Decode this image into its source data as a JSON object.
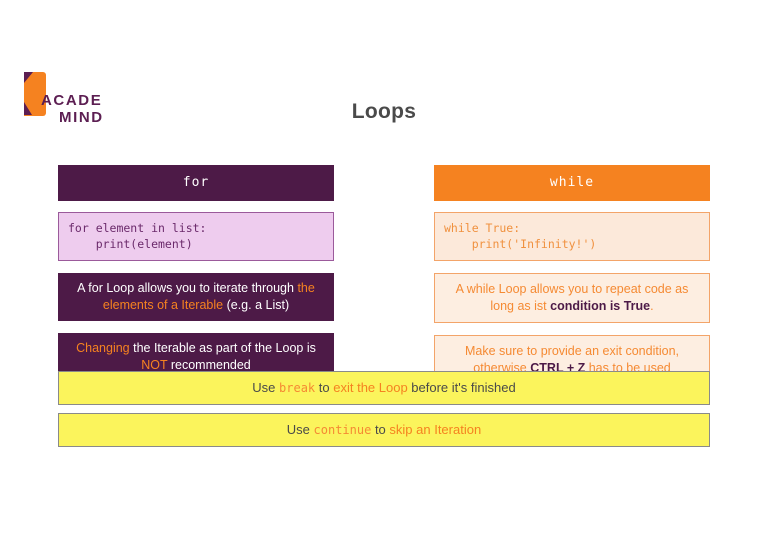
{
  "brand": {
    "name_line1": "ACADE",
    "name_line2": "MIND",
    "mark_icon": "academind-flag-logo",
    "accent_orange": "#f58220",
    "accent_purple": "#4d1a47"
  },
  "title": "Loops",
  "columns": {
    "for": {
      "header": "for",
      "code": "for element in list:\n    print(element)",
      "notes": [
        {
          "parts": [
            {
              "text": "A for Loop allows you to iterate through ",
              "style": "plain"
            },
            {
              "text": "the elements of a Iterable ",
              "style": "orange"
            },
            {
              "text": "(e.g. a List)",
              "style": "plain"
            }
          ]
        },
        {
          "parts": [
            {
              "text": "Changing ",
              "style": "orange"
            },
            {
              "text": "the Iterable as part of the Loop is ",
              "style": "plain"
            },
            {
              "text": "NOT ",
              "style": "orange"
            },
            {
              "text": "recommended",
              "style": "plain"
            }
          ]
        }
      ]
    },
    "while": {
      "header": "while",
      "code": "while True:\n    print('Infinity!')",
      "notes": [
        {
          "parts": [
            {
              "text": "A while Loop allows you to repeat code as long as ist ",
              "style": "plain"
            },
            {
              "text": "condition is True",
              "style": "purple"
            },
            {
              "text": ".",
              "style": "plain"
            }
          ]
        },
        {
          "parts": [
            {
              "text": "Make sure to provide an exit condition, otherwise ",
              "style": "plain"
            },
            {
              "text": "CTRL + Z ",
              "style": "purple"
            },
            {
              "text": "has to be used",
              "style": "plain"
            }
          ]
        }
      ]
    }
  },
  "bars": [
    {
      "parts": [
        {
          "text": "Use ",
          "style": "plain"
        },
        {
          "text": "break",
          "style": "mono-orange"
        },
        {
          "text": " to ",
          "style": "plain"
        },
        {
          "text": "exit the Loop",
          "style": "orange"
        },
        {
          "text": " before it's finished",
          "style": "plain"
        }
      ]
    },
    {
      "parts": [
        {
          "text": "Use ",
          "style": "plain"
        },
        {
          "text": "continue",
          "style": "mono-orange"
        },
        {
          "text": " to ",
          "style": "plain"
        },
        {
          "text": "skip an Iteration",
          "style": "orange"
        }
      ]
    }
  ]
}
